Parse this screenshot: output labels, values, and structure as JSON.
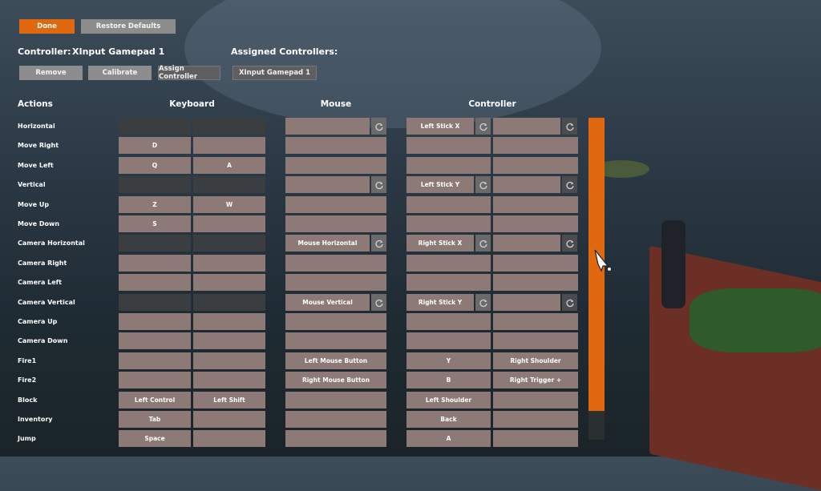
{
  "top_buttons": {
    "done": "Done",
    "restore": "Restore Defaults"
  },
  "controller": {
    "label": "Controller:",
    "name": "XInput Gamepad 1"
  },
  "assigned": {
    "label": "Assigned Controllers:",
    "item": "XInput Gamepad 1"
  },
  "controller_buttons": {
    "remove": "Remove",
    "calibrate": "Calibrate",
    "assign": "Assign Controller"
  },
  "headers": {
    "actions": "Actions",
    "keyboard": "Keyboard",
    "mouse": "Mouse",
    "controller": "Controller"
  },
  "accent_color": "#e0680f",
  "rows": [
    {
      "action": "Horizontal",
      "axis": true,
      "kb1": "",
      "kb2": "",
      "mouse": "",
      "c1": "Left Stick X",
      "c2": ""
    },
    {
      "action": "Move Right",
      "axis": false,
      "kb1": "D",
      "kb2": "",
      "mouse": "",
      "c1": "",
      "c2": ""
    },
    {
      "action": "Move Left",
      "axis": false,
      "kb1": "Q",
      "kb2": "A",
      "mouse": "",
      "c1": "",
      "c2": ""
    },
    {
      "action": "Vertical",
      "axis": true,
      "kb1": "",
      "kb2": "",
      "mouse": "",
      "c1": "Left Stick Y",
      "c2": ""
    },
    {
      "action": "Move Up",
      "axis": false,
      "kb1": "Z",
      "kb2": "W",
      "mouse": "",
      "c1": "",
      "c2": ""
    },
    {
      "action": "Move Down",
      "axis": false,
      "kb1": "S",
      "kb2": "",
      "mouse": "",
      "c1": "",
      "c2": ""
    },
    {
      "action": "Camera Horizontal",
      "axis": true,
      "kb1": "",
      "kb2": "",
      "mouse": "Mouse Horizontal",
      "c1": "Right Stick X",
      "c2": ""
    },
    {
      "action": "Camera Right",
      "axis": false,
      "kb1": "",
      "kb2": "",
      "mouse": "",
      "c1": "",
      "c2": ""
    },
    {
      "action": "Camera Left",
      "axis": false,
      "kb1": "",
      "kb2": "",
      "mouse": "",
      "c1": "",
      "c2": ""
    },
    {
      "action": "Camera Vertical",
      "axis": true,
      "kb1": "",
      "kb2": "",
      "mouse": "Mouse Vertical",
      "c1": "Right Stick Y",
      "c2": ""
    },
    {
      "action": "Camera Up",
      "axis": false,
      "kb1": "",
      "kb2": "",
      "mouse": "",
      "c1": "",
      "c2": ""
    },
    {
      "action": "Camera Down",
      "axis": false,
      "kb1": "",
      "kb2": "",
      "mouse": "",
      "c1": "",
      "c2": ""
    },
    {
      "action": "Fire1",
      "axis": false,
      "kb1": "",
      "kb2": "",
      "mouse": "Left Mouse Button",
      "c1": "Y",
      "c2": "Right Shoulder"
    },
    {
      "action": "Fire2",
      "axis": false,
      "kb1": "",
      "kb2": "",
      "mouse": "Right Mouse Button",
      "c1": "B",
      "c2": "Right Trigger +"
    },
    {
      "action": "Block",
      "axis": false,
      "kb1": "Left Control",
      "kb2": "Left Shift",
      "mouse": "",
      "c1": "Left Shoulder",
      "c2": ""
    },
    {
      "action": "Inventory",
      "axis": false,
      "kb1": "Tab",
      "kb2": "",
      "mouse": "",
      "c1": "Back",
      "c2": ""
    },
    {
      "action": "Jump",
      "axis": false,
      "kb1": "Space",
      "kb2": "",
      "mouse": "",
      "c1": "A",
      "c2": ""
    }
  ]
}
